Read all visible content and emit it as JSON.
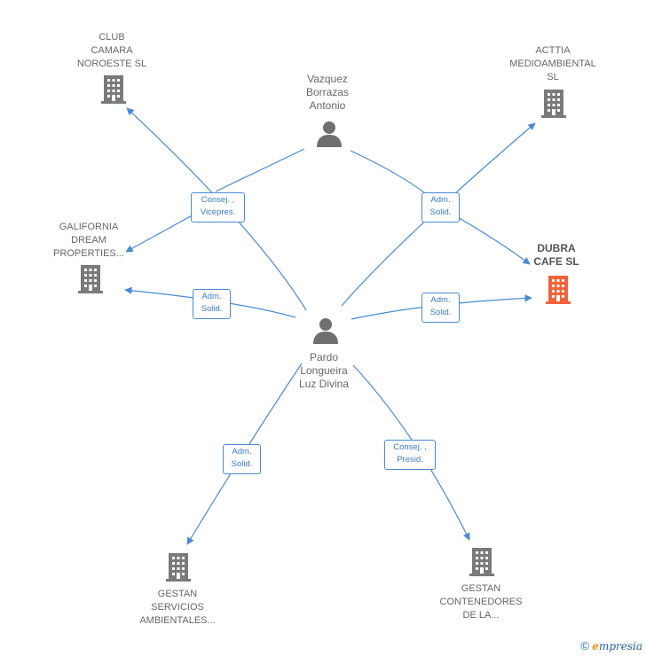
{
  "nodes": {
    "club_camara": {
      "lines": [
        "CLUB",
        "CAMARA",
        "NOROESTE  SL"
      ]
    },
    "acttia": {
      "lines": [
        "ACTTIA",
        "MEDIOAMBIENTAL",
        "SL"
      ]
    },
    "galifornia": {
      "lines": [
        "GALIFORNIA",
        "DREAM",
        "PROPERTIES..."
      ]
    },
    "dubra": {
      "lines": [
        "DUBRA",
        "CAFE  SL"
      ]
    },
    "gestan_servicios": {
      "lines": [
        "GESTAN",
        "SERVICIOS",
        "AMBIENTALES..."
      ]
    },
    "gestan_contenedores": {
      "lines": [
        "GESTAN",
        "CONTENEDORES",
        "DE LA..."
      ]
    }
  },
  "persons": {
    "vazquez": {
      "lines": [
        "Vazquez",
        "Borrazas",
        "Antonio"
      ]
    },
    "pardo": {
      "lines": [
        "Pardo",
        "Longueira",
        "Luz Divina"
      ]
    }
  },
  "edge_labels": {
    "consej_vicepres": [
      "Consej. ,",
      "Vicepres."
    ],
    "adm_solid_acttia": [
      "Adm.",
      "Solid."
    ],
    "adm_solid_galifornia": [
      "Adm.",
      "Solid."
    ],
    "adm_solid_dubra": [
      "Adm.",
      "Solid."
    ],
    "adm_solid_gestan_serv": [
      "Adm.",
      "Solid."
    ],
    "consej_presid": [
      "Consej. ,",
      "Presid."
    ]
  },
  "colors": {
    "edge": "#4a8ad4",
    "building": "#7a7a7a",
    "building_highlight": "#f4623a",
    "person": "#6f6f6f"
  },
  "footer": {
    "copyright": "©",
    "brand_first": "e",
    "brand_rest": "mpresia"
  }
}
